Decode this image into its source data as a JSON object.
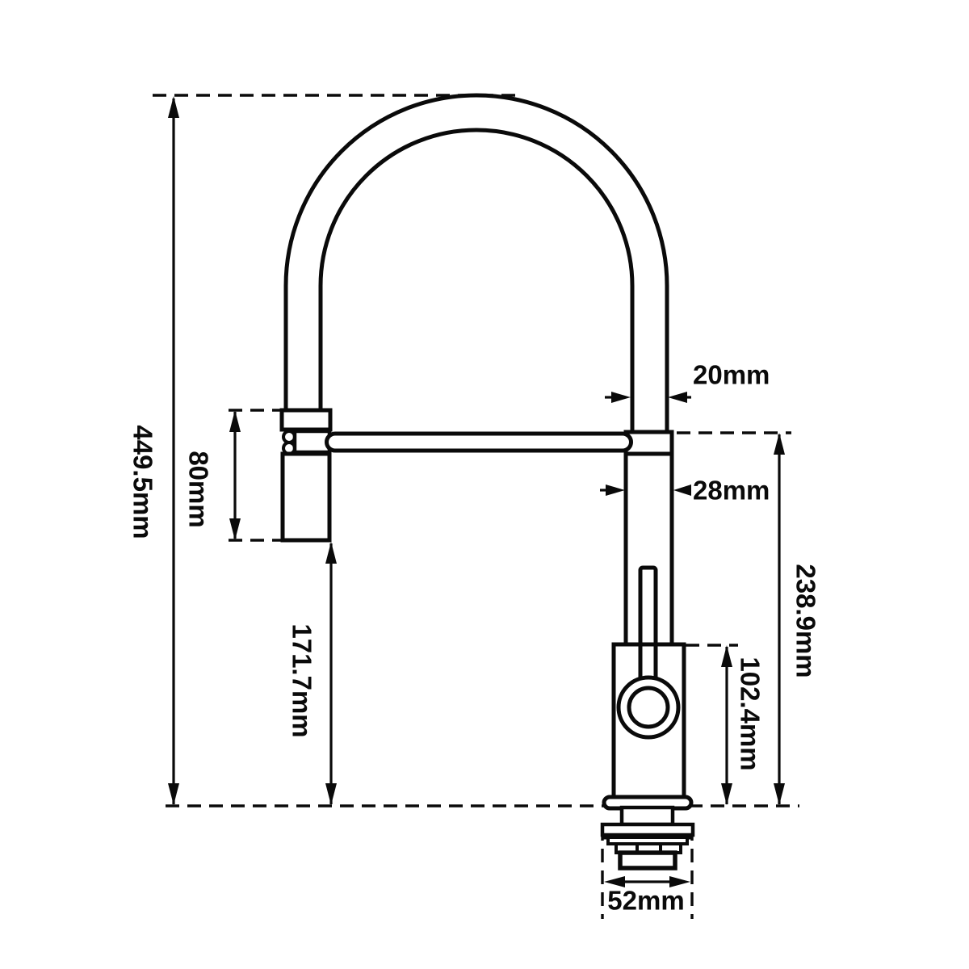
{
  "drawing": {
    "subject": "kitchen-faucet-technical-dimension-drawing",
    "background_color": "#ffffff",
    "line_color": "#0a0a0a",
    "units": "mm",
    "labels": {
      "overall_height": "449.5mm",
      "spout_head_height": "80mm",
      "top_pipe_diameter": "20mm",
      "body_diameter": "28mm",
      "spout_outlet_height": "171.7mm",
      "valve_body_height": "102.4mm",
      "hose_joint_height": "238.9mm",
      "base_width": "52mm"
    }
  }
}
